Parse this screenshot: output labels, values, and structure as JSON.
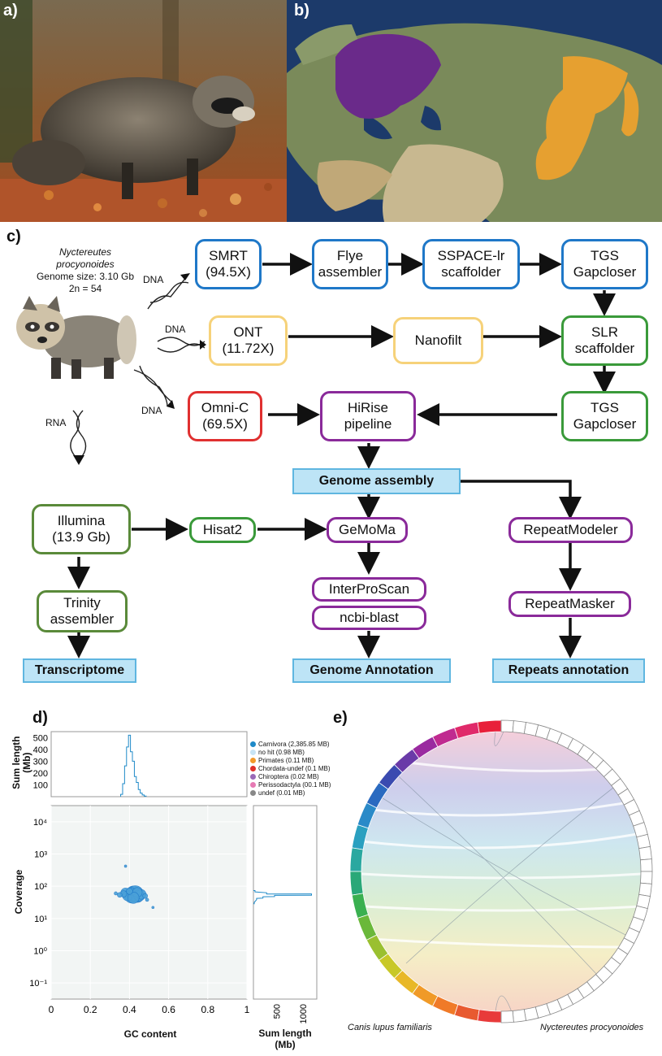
{
  "panels": {
    "a": "a)",
    "b": "b)",
    "c": "c)",
    "d": "d)",
    "e": "e)"
  },
  "flow": {
    "species_name": "Nyctereutes\nprocyonoides",
    "genome_size": "Genome size: 3.10 Gb",
    "karyotype": "2n = 54",
    "dna_label": "DNA",
    "rna_label": "RNA",
    "smrt": "SMRT\n(94.5X)",
    "flye": "Flye\nassembler",
    "sspace": "SSPACE-lr\nscaffolder",
    "tgs1": "TGS\nGapcloser",
    "ont": "ONT\n(11.72X)",
    "nanofilt": "Nanofilt",
    "slr": "SLR\nscaffolder",
    "omnic": "Omni-C\n(69.5X)",
    "hirise": "HiRise\npipeline",
    "tgs2": "TGS\nGapcloser",
    "genome_assembly": "Genome assembly",
    "illumina": "Illumina\n(13.9 Gb)",
    "hisat2": "Hisat2",
    "gemoma": "GeMoMa",
    "repeatmodeler": "RepeatModeler",
    "trinity": "Trinity\nassembler",
    "interproscan": "InterProScan",
    "ncbiblast": "ncbi-blast",
    "repeatmasker": "RepeatMasker",
    "transcriptome": "Transcriptome",
    "genome_annotation": "Genome Annotation",
    "repeats_annotation": "Repeats annotation",
    "colors": {
      "blue": "#1f78c8",
      "yellow": "#f6d27a",
      "green": "#3a9a3a",
      "red": "#e03030",
      "purple": "#8a2a9a",
      "result_bg": "#bde4f6"
    }
  },
  "chart_data": [
    {
      "type": "bar",
      "panel": "d-top",
      "ylabel": "Sum length\n(Mb)",
      "yticks": [
        "500",
        "400",
        "300",
        "200",
        "100"
      ],
      "ylim": [
        0,
        550
      ],
      "xlim": [
        0,
        1
      ],
      "x": [
        0.36,
        0.37,
        0.38,
        0.39,
        0.4,
        0.41,
        0.42,
        0.43,
        0.44,
        0.45,
        0.46,
        0.47,
        0.48
      ],
      "values": [
        20,
        110,
        260,
        420,
        520,
        380,
        300,
        170,
        120,
        60,
        30,
        15,
        5
      ],
      "legend": [
        {
          "name": "Carnivora (2,385.85 MB)",
          "color": "#1f8ac8"
        },
        {
          "name": "no hit (0.98 MB)",
          "color": "#c8e4f4"
        },
        {
          "name": "Primates (0.11 MB)",
          "color": "#f39a2a"
        },
        {
          "name": "Chordata-undef (0.1 MB)",
          "color": "#e0302a"
        },
        {
          "name": "Chiroptera (0.02 MB)",
          "color": "#9a6ab8"
        },
        {
          "name": "Perissodactyla (00.1 MB)",
          "color": "#e67ab4"
        },
        {
          "name": "undef (0.01 MB)",
          "color": "#888888"
        }
      ]
    },
    {
      "type": "scatter",
      "panel": "d-main",
      "xlabel": "GC content",
      "ylabel": "Coverage",
      "xticks": [
        "0",
        "0.2",
        "0.4",
        "0.6",
        "0.8",
        "1"
      ],
      "yticks": [
        "10⁴",
        "10³",
        "10²",
        "10¹",
        "10⁰",
        "10⁻¹"
      ],
      "xlim": [
        0,
        1
      ],
      "ylog_range": [
        -1.5,
        4.5
      ],
      "points": [
        {
          "x": 0.4,
          "y": 55,
          "s": 7
        },
        {
          "x": 0.42,
          "y": 60,
          "s": 9
        },
        {
          "x": 0.44,
          "y": 50,
          "s": 8
        },
        {
          "x": 0.38,
          "y": 62,
          "s": 6
        },
        {
          "x": 0.41,
          "y": 48,
          "s": 8
        },
        {
          "x": 0.43,
          "y": 58,
          "s": 10
        },
        {
          "x": 0.45,
          "y": 52,
          "s": 7
        },
        {
          "x": 0.39,
          "y": 50,
          "s": 6
        },
        {
          "x": 0.46,
          "y": 56,
          "s": 6
        },
        {
          "x": 0.37,
          "y": 58,
          "s": 4
        },
        {
          "x": 0.41,
          "y": 68,
          "s": 5
        },
        {
          "x": 0.44,
          "y": 64,
          "s": 6
        },
        {
          "x": 0.42,
          "y": 44,
          "s": 7
        },
        {
          "x": 0.4,
          "y": 70,
          "s": 4
        },
        {
          "x": 0.35,
          "y": 54,
          "s": 3
        },
        {
          "x": 0.48,
          "y": 50,
          "s": 3
        },
        {
          "x": 0.33,
          "y": 60,
          "s": 2
        },
        {
          "x": 0.38,
          "y": 420,
          "s": 1.5
        },
        {
          "x": 0.52,
          "y": 22,
          "s": 1.5
        },
        {
          "x": 0.49,
          "y": 38,
          "s": 2
        }
      ]
    },
    {
      "type": "bar",
      "panel": "d-right",
      "xlabel": "Sum length\n(Mb)",
      "xticks": [
        "500",
        "1000"
      ],
      "note": "horizontal histogram of coverage",
      "y_coverage": [
        30,
        40,
        45,
        50,
        55,
        60,
        70
      ],
      "values": [
        15,
        60,
        180,
        400,
        1100,
        250,
        30
      ]
    }
  ],
  "circos": {
    "left_label": "Canis lupus familiaris",
    "right_label": "Nyctereutes procyonoides"
  }
}
